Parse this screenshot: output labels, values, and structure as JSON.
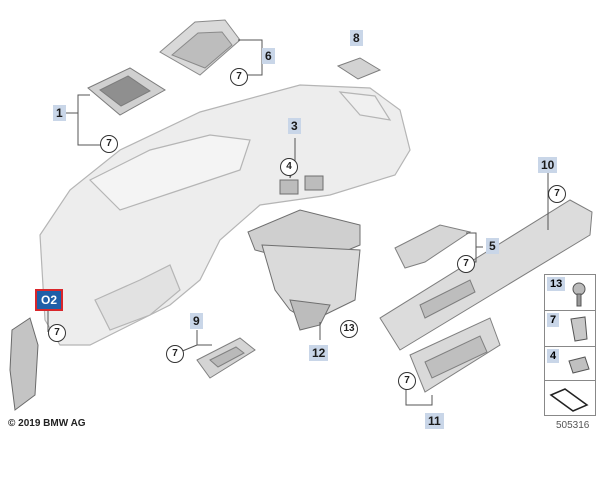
{
  "labels": {
    "l1": "1",
    "l3": "3",
    "l5": "5",
    "l6": "6",
    "l8": "8",
    "l9": "9",
    "l10": "10",
    "l11": "11",
    "l12": "12",
    "highlight": "O2"
  },
  "callouts": {
    "c7": "7",
    "c4": "4",
    "c13": "13"
  },
  "legend": [
    "13",
    "7",
    "4"
  ],
  "footer": {
    "copyright": "© 2019 BMW AG",
    "doc_number": "505316"
  },
  "colors": {
    "part_fill": "#e6e6e6",
    "part_line": "#9a9a9a",
    "label_bg": "#c9d6e8",
    "highlight_bg": "#1f5fa8",
    "highlight_border": "#d9262b",
    "leader": "#555555"
  }
}
